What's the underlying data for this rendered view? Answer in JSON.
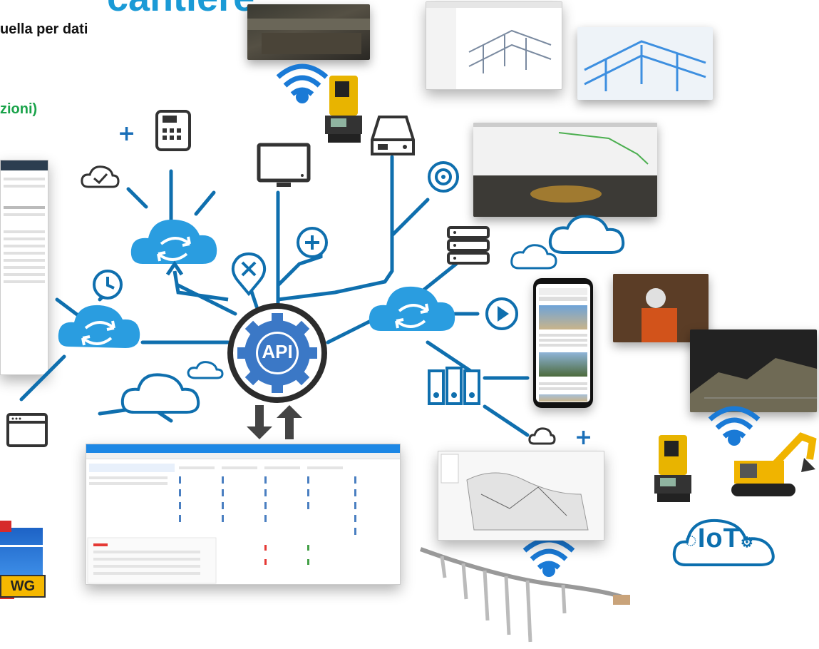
{
  "heading": {
    "title_fragment": "cantiere",
    "line1": "uella per dati",
    "line2": "zioni)"
  },
  "hub": {
    "label": "API"
  },
  "badges": {
    "dwg": "WG",
    "iot": "IoT"
  },
  "colors": {
    "network": "#0f6fae",
    "cloud": "#2a9de0",
    "title": "#1a9ad6",
    "green_text": "#1aa34a"
  },
  "icons": [
    "phone-icon",
    "monitor-icon",
    "server-icon",
    "target-icon",
    "add-circle-icon",
    "cancel-circle-icon",
    "clock-icon",
    "check-cloud-icon",
    "play-icon",
    "database-icon",
    "browser-window-icon",
    "wifi-icon"
  ]
}
